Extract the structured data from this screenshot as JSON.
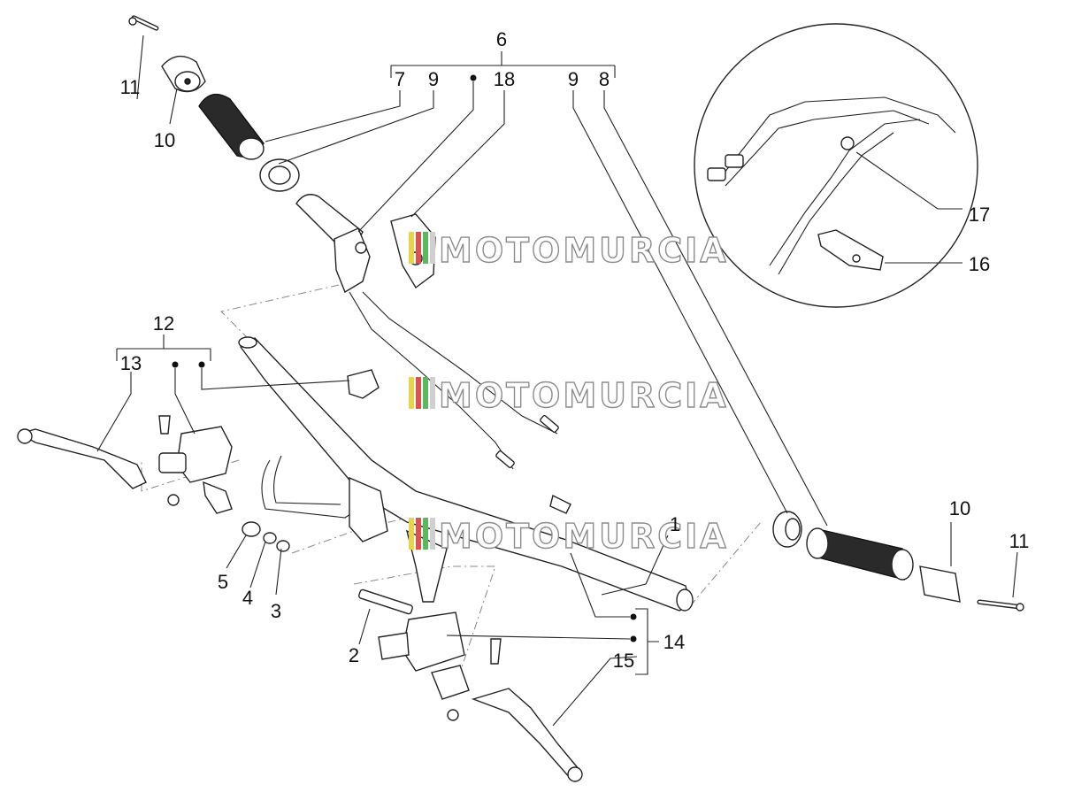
{
  "callouts": {
    "c1": "1",
    "c2": "2",
    "c3": "3",
    "c4": "4",
    "c5": "5",
    "c6": "6",
    "c7": "7",
    "c8": "8",
    "c9a": "9",
    "c9b": "9",
    "c10a": "10",
    "c10b": "10",
    "c11a": "11",
    "c11b": "11",
    "c12": "12",
    "c13": "13",
    "c14": "14",
    "c15": "15",
    "c16": "16",
    "c17": "17",
    "c18": "18"
  },
  "watermark": {
    "text": "MOTOMURCIA",
    "stripe_colors": [
      "#e8d44a",
      "#d9534f",
      "#5cb85c",
      "#cfcfcf"
    ]
  },
  "colors": {
    "line": "#222222",
    "grip": "#2a2a2a",
    "leader_dash": "#888888"
  }
}
